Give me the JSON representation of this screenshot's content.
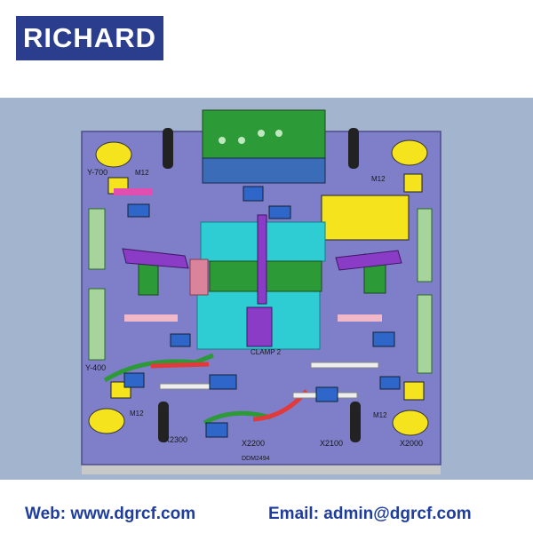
{
  "brand": {
    "name": "RICHARD",
    "color": "#2b3e8e"
  },
  "footer": {
    "web": "Web: www.dgrcf.com",
    "email": "Email: admin@dgrcf.com",
    "color": "#1f3d9c"
  },
  "fixture": {
    "plate_id": "DDM2494",
    "labels": {
      "y_top": "Y-700",
      "y_bottom": "Y-400",
      "m12_tl": "M12",
      "m12_tr": "M12",
      "m12_bl": "M12",
      "m12_br": "M12",
      "x2300": "X2300",
      "x2200": "X2200",
      "x2100": "X2100",
      "x2000": "X2000",
      "clamp": "CLAMP 2"
    },
    "colors": {
      "background": "#a3b5ce",
      "base_plate": "#7e7ec9",
      "bracket": "#2c9a37",
      "block": "#2ecdd4",
      "clamp": "#8a3cc7",
      "tag": "#2f66c9",
      "warning": "#f4e31d"
    }
  }
}
